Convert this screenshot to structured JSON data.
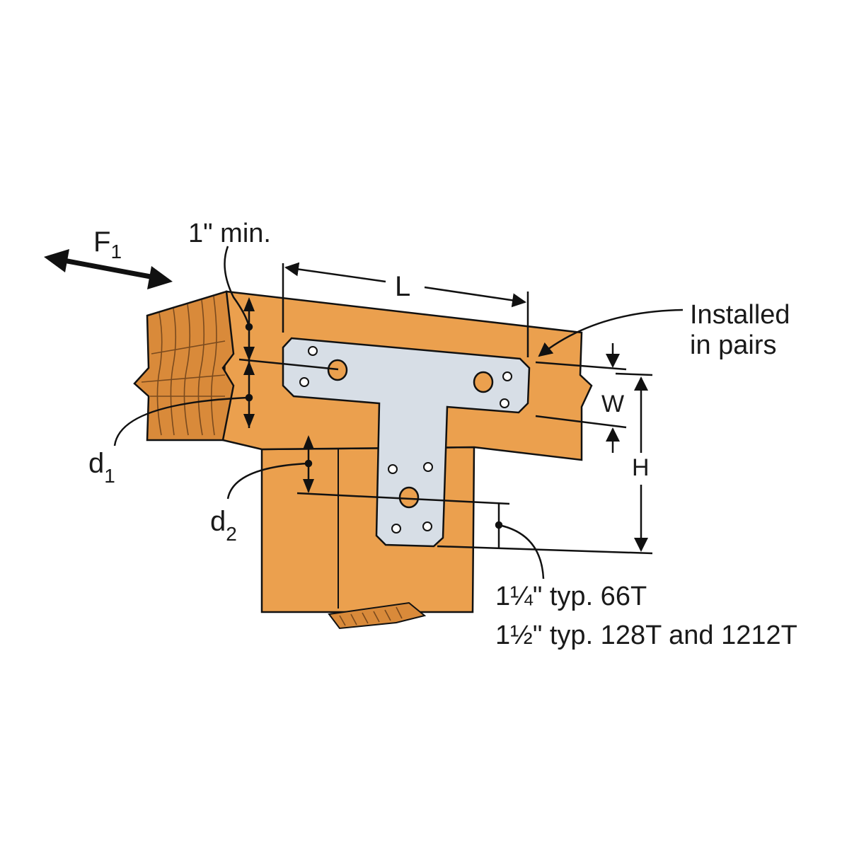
{
  "labels": {
    "force_symbol": "F",
    "force_subscript": "1",
    "min_edge": "1\" min.",
    "length": "L",
    "width": "W",
    "height": "H",
    "installed_line1": "Installed",
    "installed_line2": "in pairs",
    "d1_symbol": "d",
    "d1_subscript": "1",
    "d2_symbol": "d",
    "d2_subscript": "2",
    "typ_66t": "1¼\" typ. 66T",
    "typ_128t": "1½\" typ. 128T and 1212T"
  },
  "colors": {
    "wood": "#EBA04E",
    "wood_dark": "#D98A3A",
    "grain": "#7A4A1E",
    "plate": "#D7DEE6",
    "plate_shade": "#B9C3CE",
    "line": "#111111"
  }
}
